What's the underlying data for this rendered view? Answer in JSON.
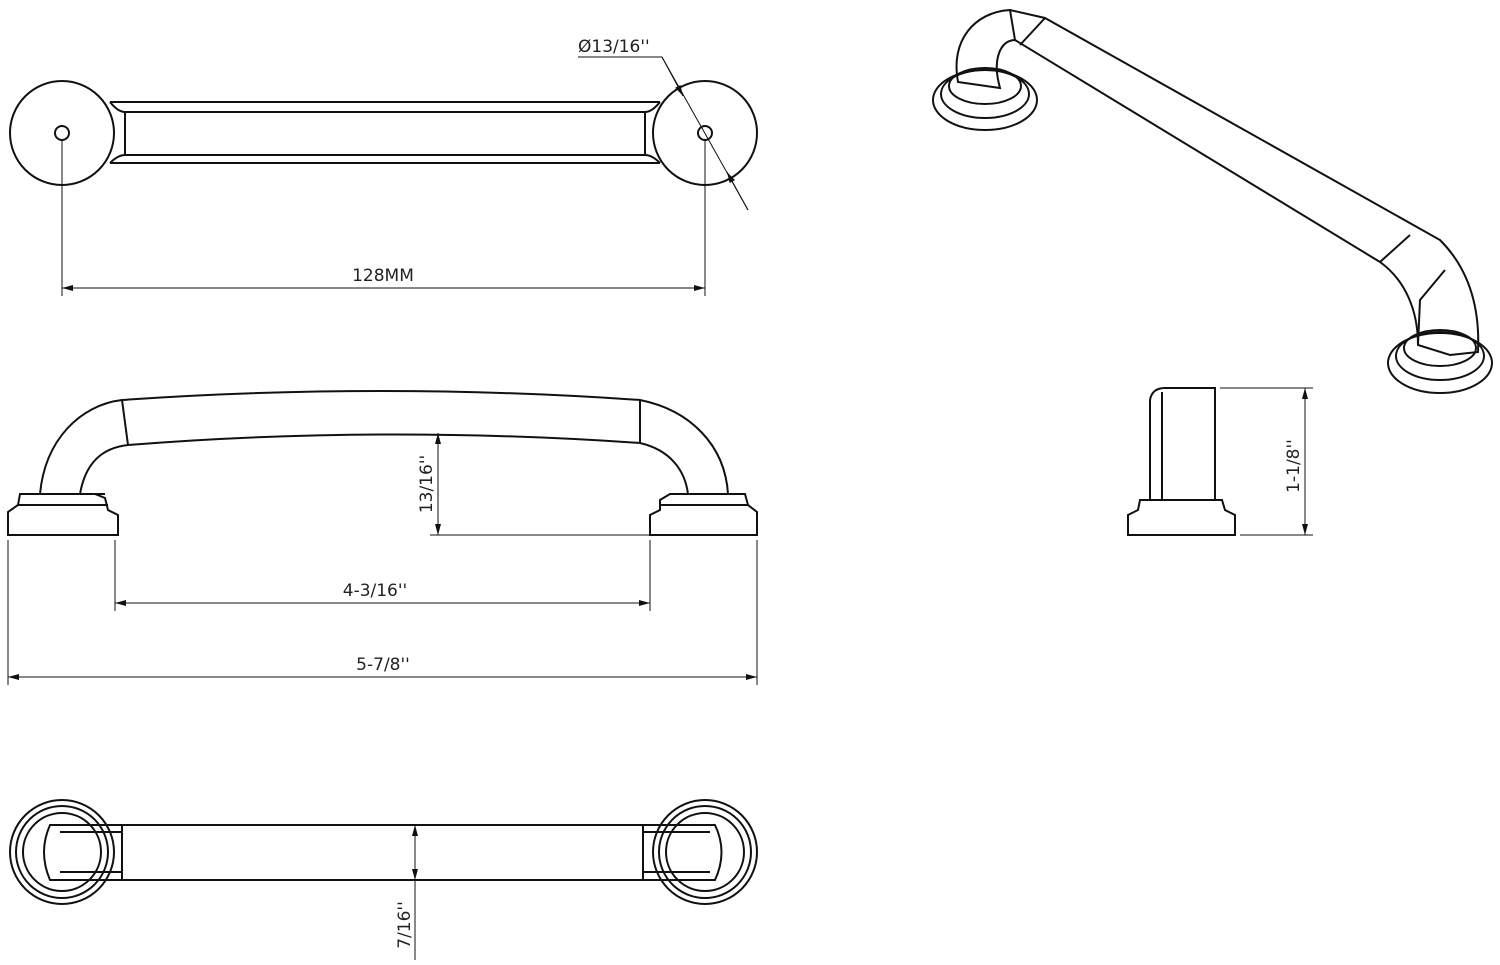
{
  "title": "Cabinet pull dimension drawing",
  "dimensions": {
    "hole_diameter": "Ø13/16''",
    "center_to_center": "128MM",
    "projection_height": "13/16''",
    "inner_clearance": "4-3/16''",
    "overall_length": "5-7/8''",
    "post_height": "1-1/8''",
    "bar_width": "7/16''"
  },
  "colors": {
    "line": "#111111",
    "background": "#ffffff"
  }
}
